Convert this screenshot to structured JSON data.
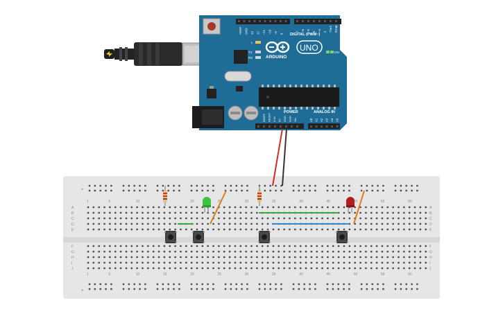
{
  "arduino": {
    "brand": "ARDUINO",
    "model": "UNO",
    "digital_label": "DIGITAL (PWM~)",
    "power_label": "POWER",
    "analog_label": "ANALOG IN",
    "on_label": "ON",
    "led_labels": {
      "l": "L",
      "tx": "TX",
      "rx": "RX"
    },
    "digital_pins_a": [
      "AREF",
      "GND",
      "13",
      "12",
      "~11",
      "~10",
      "~9",
      "8"
    ],
    "digital_pins_b": [
      "7",
      "~6",
      "~5",
      "4",
      "~3",
      "2",
      "TX▸1",
      "RX◂0"
    ],
    "power_pins": [
      "IOREF",
      "RESET",
      "3.3V",
      "5V",
      "GND",
      "GND",
      "Vin"
    ],
    "analog_pins": [
      "A0",
      "A1",
      "A2",
      "A3",
      "A4",
      "A5"
    ]
  },
  "breadboard": {
    "column_numbers": [
      "1",
      "5",
      "10",
      "15",
      "20",
      "25",
      "30",
      "35",
      "40",
      "45",
      "50",
      "55",
      "60"
    ],
    "rows_top": [
      "A",
      "B",
      "C",
      "D",
      "E"
    ],
    "rows_bottom": [
      "F",
      "G",
      "H",
      "I",
      "J"
    ]
  },
  "colors": {
    "board": "#1f6c96",
    "breadboard": "#e6e6e6",
    "wire_red": "#d32a21",
    "wire_black": "#333333",
    "wire_green": "#2fae3a",
    "wire_blue": "#2a8ad6",
    "wire_orange": "#e07b12",
    "led_green": "#3ec43e",
    "led_red": "#b01e1e"
  },
  "icons": [
    "usb-cable-icon",
    "reset-button-icon",
    "arduino-infinity-logo-icon",
    "pushbutton-icon",
    "resistor-icon",
    "led-icon"
  ]
}
